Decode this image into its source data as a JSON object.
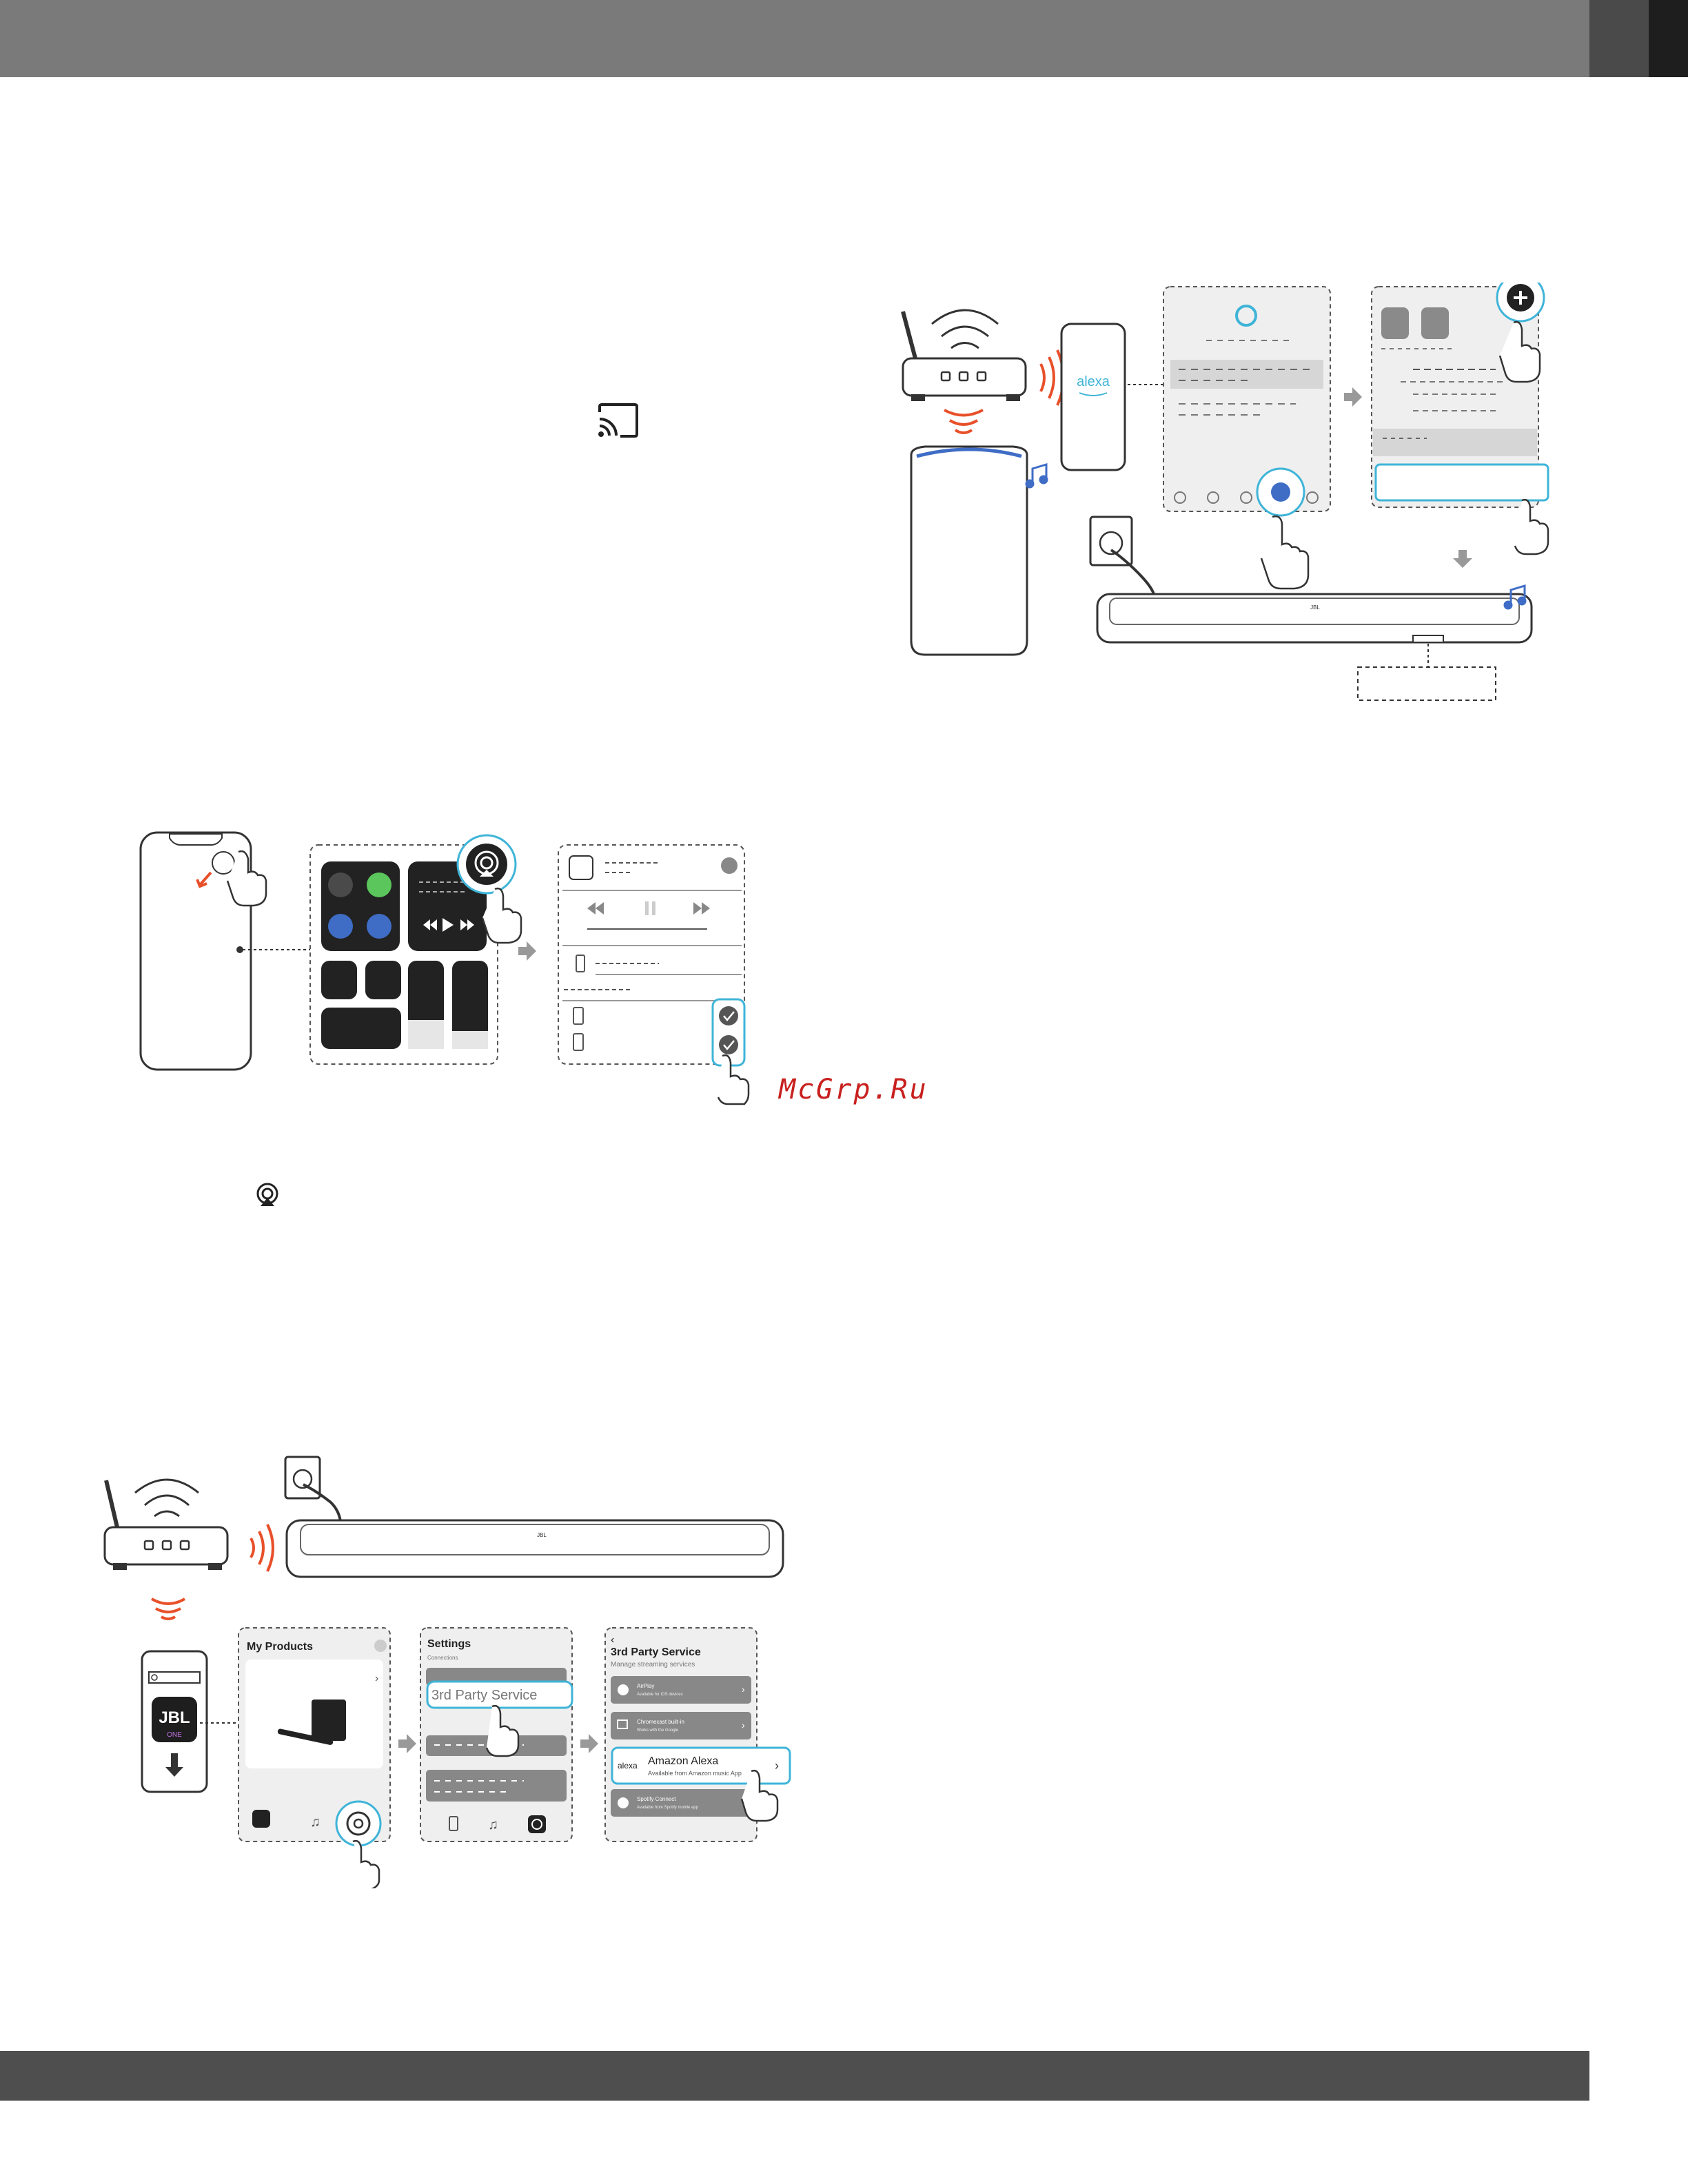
{
  "watermark": "McGrp.Ru",
  "icons": {
    "cast": "chromecast-cast-icon",
    "airplay": "airplay-icon",
    "alexa_ring": "alexa-ring-icon",
    "devices": "devices-icon",
    "plus": "plus-circle-icon",
    "gear": "gear-icon",
    "hand": "hand-pointer-icon",
    "music": "music-note-icon",
    "check": "check-icon",
    "download": "download-arrow-icon"
  },
  "colors": {
    "accent_cyan": "#3fb4d8",
    "accent_red": "#e8502a",
    "airplay_blue": "#3f6dc6",
    "bar_gray": "#7a7a7a",
    "bar_dark": "#4e4e4e"
  },
  "alexa_app": {
    "logo": "alexa"
  },
  "jbl_app": {
    "screen1": {
      "title": "My Products"
    },
    "screen2": {
      "title": "Settings",
      "section": "Connections",
      "highlight": "3rd Party Service"
    },
    "screen3": {
      "title": "3rd Party Service",
      "subtitle": "Manage streaming services",
      "items": [
        {
          "name": "AirPlay",
          "desc": "Available for iOS devices"
        },
        {
          "name": "Chromecast built-in",
          "desc": "Works with the Google"
        },
        {
          "name": "Amazon Alexa",
          "desc": "Available from Amazon music App"
        },
        {
          "name": "Spotify Connect",
          "desc": "Available from Spotify mobile app"
        }
      ]
    },
    "app_logo": "JBL",
    "app_sub": "ONE"
  },
  "soundbar": {
    "logo": "JBL"
  }
}
